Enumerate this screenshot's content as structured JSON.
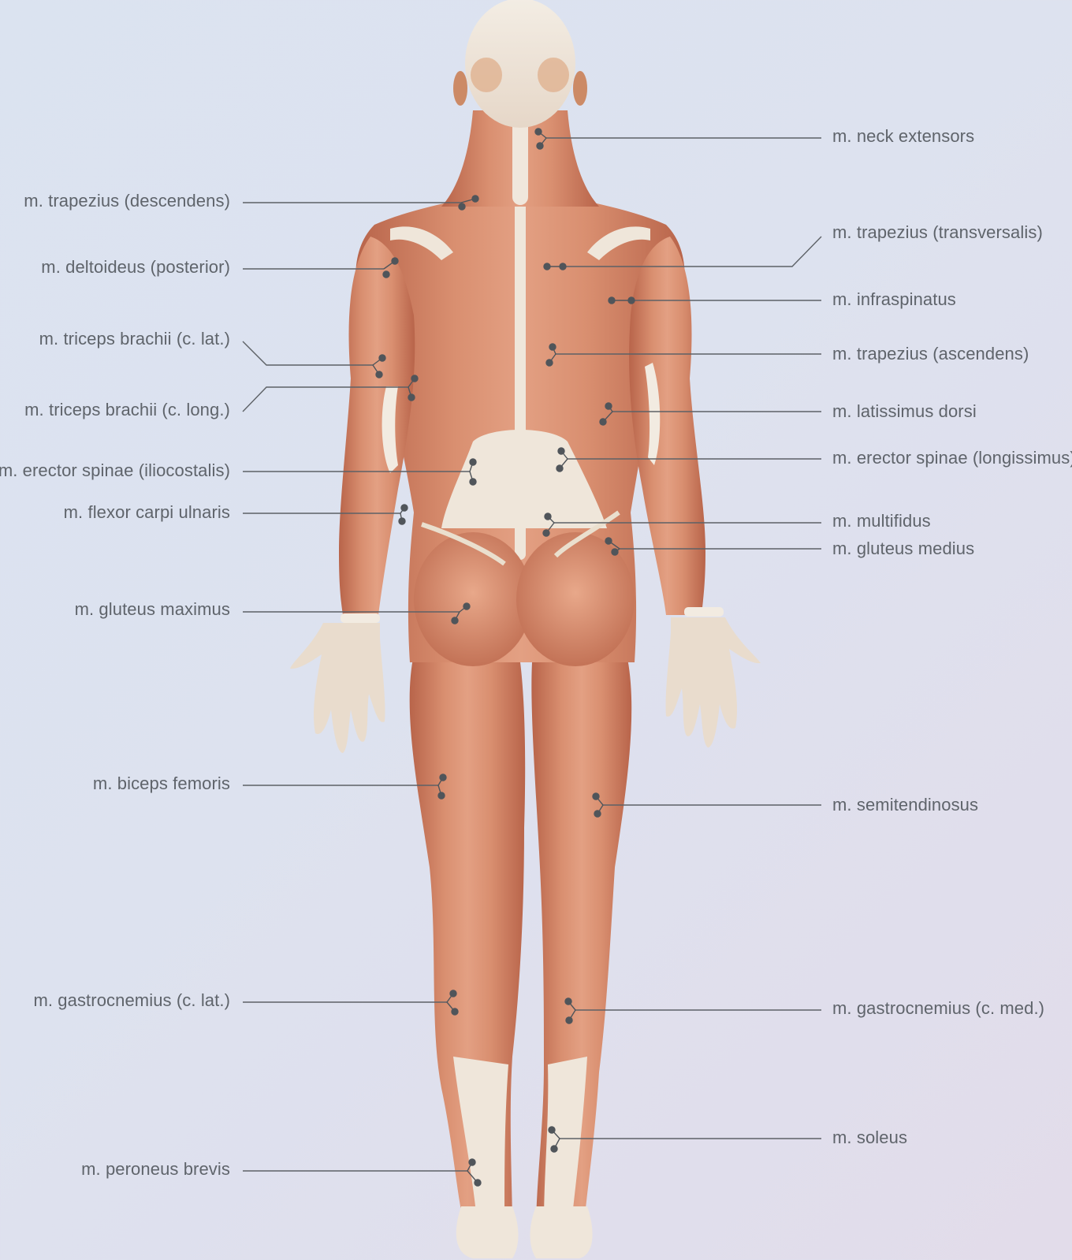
{
  "colors": {
    "background_top": "#dbe3f0",
    "background_bottom": "#e2dcea",
    "muscle": "#d98f70",
    "muscle_dark": "#b8644a",
    "tendon": "#f1eadf",
    "leader_line": "#5d6166",
    "label_text": "#5f646b"
  },
  "figure": {
    "description_icon": "human-muscular-system-posterior-view"
  },
  "labels_left": [
    "m. trapezius (descendens)",
    "m. deltoideus (posterior)",
    "m. triceps brachii (c. lat.)",
    "m. triceps brachii (c. long.)",
    "m. erector spinae (iliocostalis)",
    "m. flexor carpi ulnaris",
    "m. gluteus maximus",
    "m. biceps femoris",
    "m. gastrocnemius (c. lat.)",
    "m. peroneus brevis"
  ],
  "labels_right": [
    "m. neck extensors",
    "m. trapezius (transversalis)",
    "m. infraspinatus",
    "m. trapezius (ascendens)",
    "m. latissimus dorsi",
    "m. erector spinae (longissimus)",
    "m. multifidus",
    "m. gluteus medius",
    "m. semitendinosus",
    "m. gastrocnemius (c. med.)",
    "m. soleus"
  ]
}
